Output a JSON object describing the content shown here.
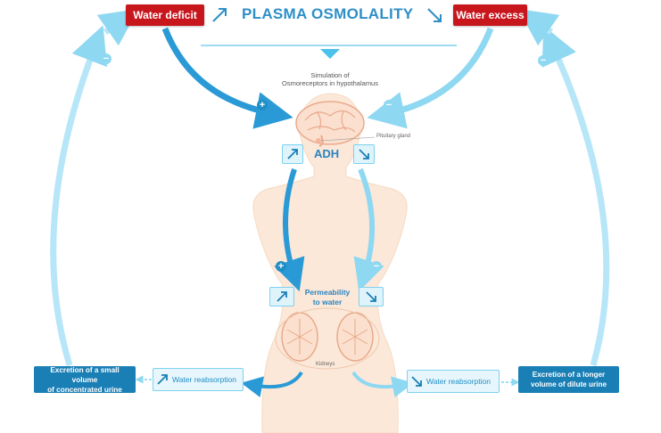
{
  "header": {
    "water_deficit": "Water deficit",
    "title": "PLASMA OSMOLALITY",
    "water_excess": "Water excess"
  },
  "brain": {
    "caption": "Simulation of\nOsmoreceptors in hypothalamus",
    "pituitary_label": "Pituitary gland"
  },
  "adh": {
    "label": "ADH"
  },
  "permeability": {
    "label": "Permeability\nto water"
  },
  "kidneys": {
    "label": "Kidneys"
  },
  "reabsorption": {
    "left": "Water reabsorption",
    "right": "Water reabsorption"
  },
  "excretion": {
    "left": "Excretion of a small volume\nof concentrated urine",
    "right": "Excretion of a longer\nvolume of dilute urine"
  },
  "symbols": {
    "plus": "+",
    "minus": "−"
  },
  "colors": {
    "red": "#c8161d",
    "dark_blue": "#1a7fb5",
    "mid_blue": "#2a9ad6",
    "light_blue": "#8fd8f2",
    "body": "#fbe8d8"
  },
  "icons": {
    "increase": "arrow-up-right-icon",
    "decrease": "arrow-down-right-icon"
  }
}
